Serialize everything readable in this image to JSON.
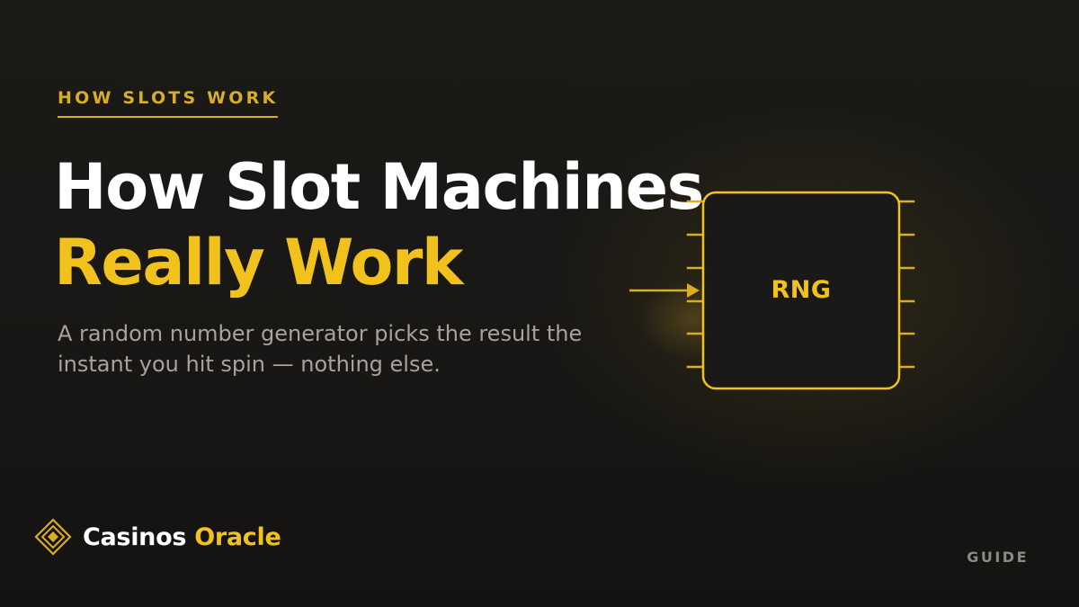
{
  "eyebrow": "HOW SLOTS WORK",
  "headline": {
    "line1": "How Slot Machines",
    "line2": "Really Work"
  },
  "subtitle": "A random number generator picks the result the instant you hit spin — nothing else.",
  "chip": {
    "label": "RNG",
    "icon": "chip-icon"
  },
  "brand": {
    "word1": "Casinos",
    "word2": "Oracle",
    "logo_icon": "diamond-logo-icon"
  },
  "tag": "GUIDE",
  "colors": {
    "background": "#191816",
    "accent": "#f2c21c",
    "heading": "#ffffff",
    "body_text": "#a7a39b",
    "tag": "#8c8a85"
  }
}
